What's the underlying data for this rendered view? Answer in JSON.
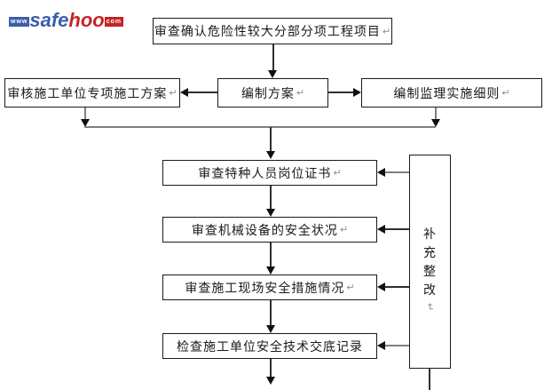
{
  "logo": {
    "www": "www",
    "safe": "safe",
    "hoo": "hoo",
    "com": "com"
  },
  "marks": {
    "return": "↵"
  },
  "flowchart": {
    "top_box": {
      "label": "审查确认危险性较大分部分项工程项目"
    },
    "plan_row": {
      "left": {
        "label": "审核施工单位专项施工方案"
      },
      "center": {
        "label": "编制方案"
      },
      "right": {
        "label": "编制监理实施细则"
      }
    },
    "review_steps": [
      {
        "label": "审查特种人员岗位证书"
      },
      {
        "label": "审查机械设备的安全状况"
      },
      {
        "label": "审查施工现场安全措施情况"
      },
      {
        "label": "检查施工单位安全技术交底记录"
      }
    ],
    "side_box": {
      "label": "补充整改",
      "chars": [
        "补",
        "充",
        "整",
        "改"
      ]
    }
  },
  "colors": {
    "border": "#1a1a1a",
    "line_gray": "#7f7f7f",
    "line_dark": "#2f2f2f",
    "head": "#111111",
    "text": "#1a1a1a",
    "mark": "#909090",
    "logo_blue": "#3b5ea8",
    "logo_red": "#c42424"
  }
}
